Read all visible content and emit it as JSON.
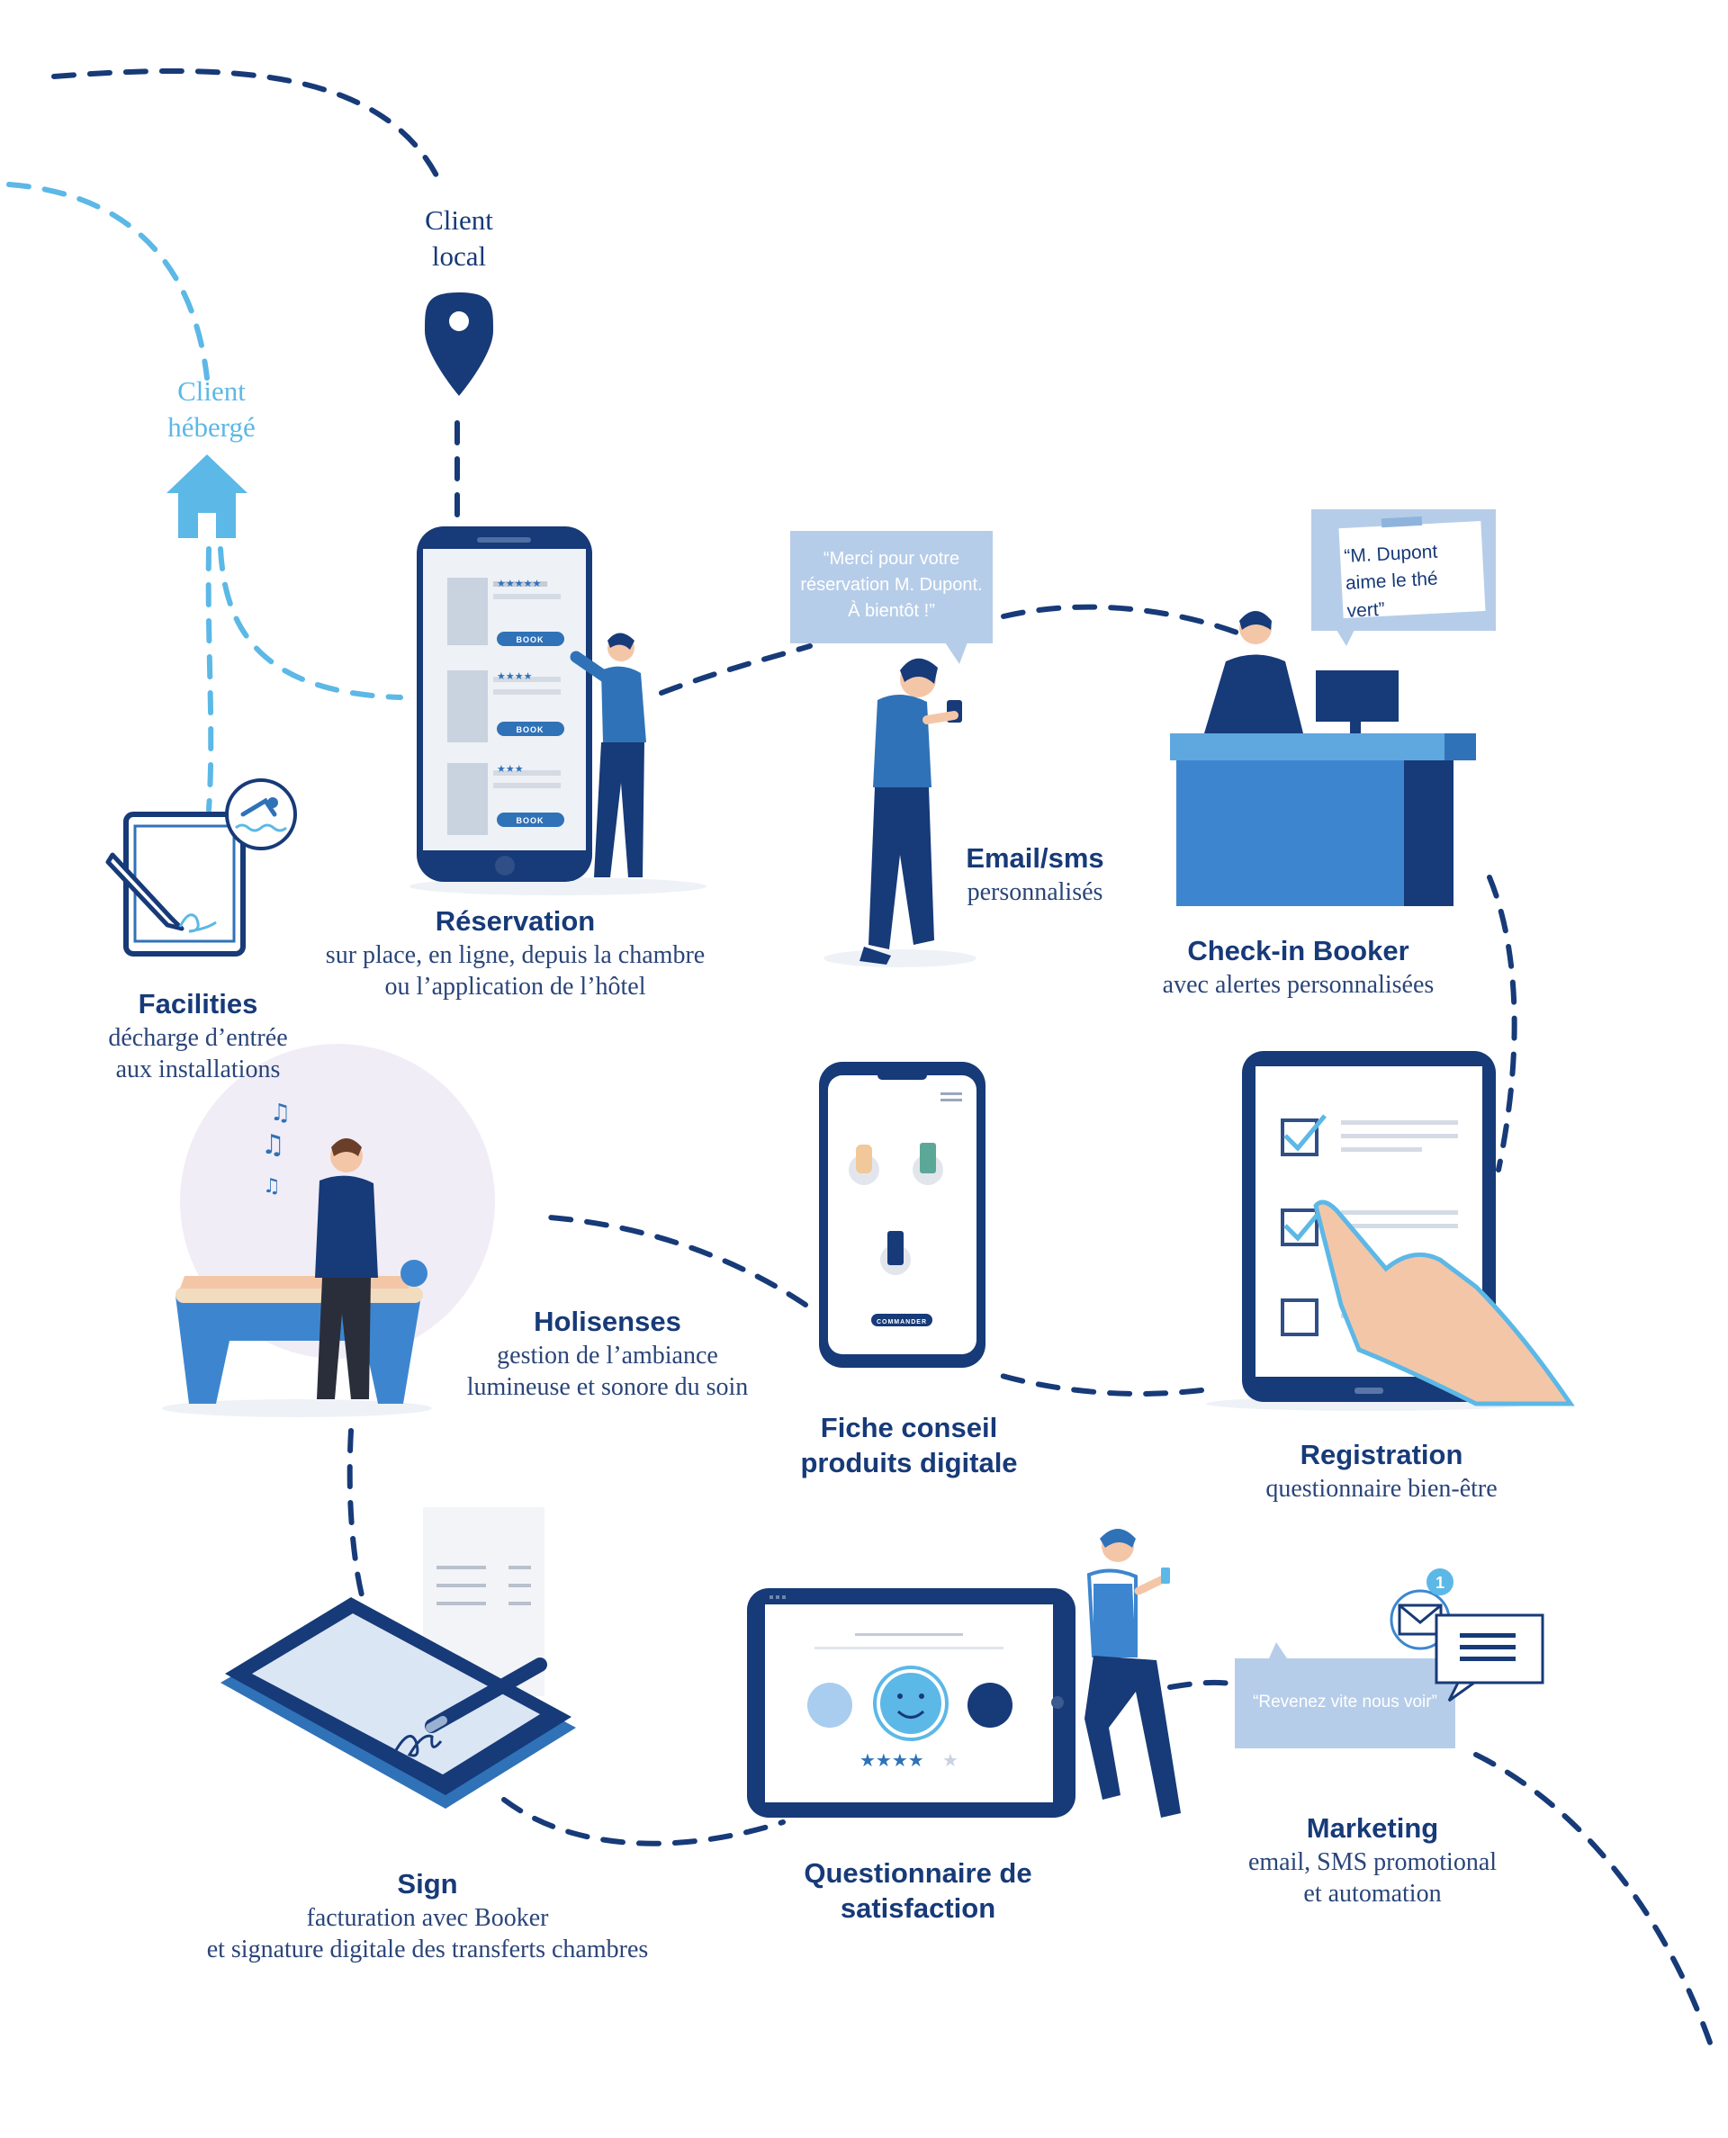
{
  "colors": {
    "navy": "#173a78",
    "blue": "#2f72b8",
    "mid_blue": "#3d86cf",
    "light_blue": "#5cb8e6",
    "bubble": "#b6cde9",
    "skin": "#f4c6a8",
    "grey": "#dfe3ea"
  },
  "clients": {
    "local": {
      "line1": "Client",
      "line2": "local"
    },
    "heberge": {
      "line1": "Client",
      "line2": "hébergé"
    }
  },
  "bubbles": {
    "email": [
      "“Merci pour votre",
      "réservation M. Dupont.",
      "À bientôt !”"
    ],
    "checkin": [
      "“M. Dupont",
      "aime le thé vert”"
    ],
    "marketing": "“Revenez vite nous voir”",
    "notification_count": "1"
  },
  "phone_buttons": [
    "BOOK",
    "BOOK",
    "BOOK"
  ],
  "fiche_button": "COMMANDER",
  "steps": {
    "reservation": {
      "title": "Réservation",
      "sub1": "sur place, en ligne, depuis la chambre",
      "sub2": "ou l’application de l’hôtel"
    },
    "email": {
      "title": "Email/sms",
      "sub1": "personnalisés"
    },
    "checkin": {
      "title": "Check-in Booker",
      "sub1": "avec alertes personnalisées"
    },
    "facilities": {
      "title": "Facilities",
      "sub1": "décharge d’entrée",
      "sub2": "aux installations"
    },
    "holisenses": {
      "title": "Holisenses",
      "sub1": "gestion de l’ambiance",
      "sub2": "lumineuse et sonore du soin"
    },
    "fiche": {
      "title1": "Fiche conseil",
      "title2": "produits digitale"
    },
    "registration": {
      "title": "Registration",
      "sub1": "questionnaire bien-être"
    },
    "sign": {
      "title": "Sign",
      "sub1": "facturation avec Booker",
      "sub2": "et signature digitale des transferts chambres"
    },
    "questionnaire": {
      "title1": "Questionnaire de",
      "title2": "satisfaction"
    },
    "marketing": {
      "title": "Marketing",
      "sub1": "email, SMS promotional",
      "sub2": "et automation"
    }
  }
}
